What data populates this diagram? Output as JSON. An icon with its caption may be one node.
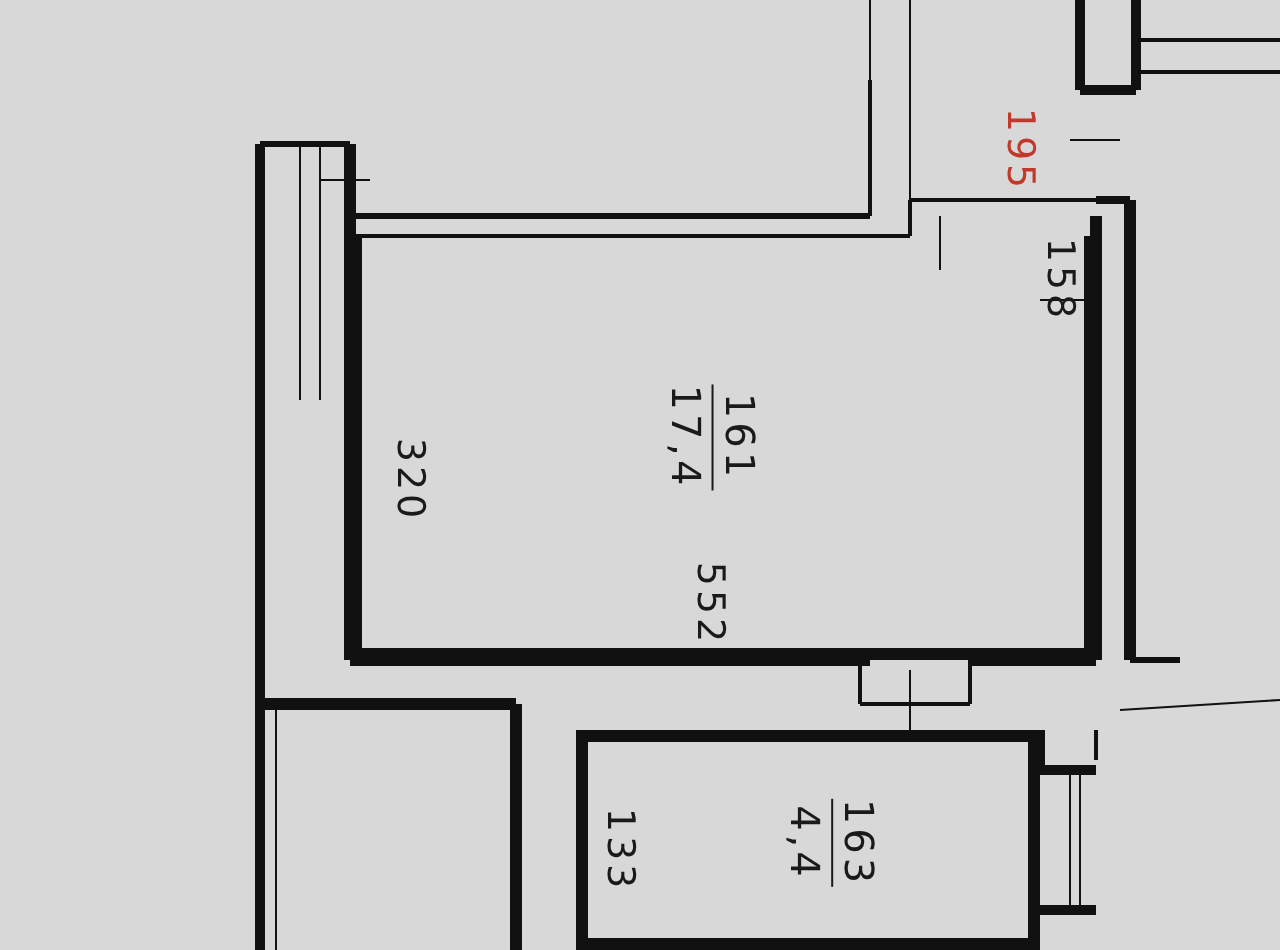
{
  "diagram": {
    "nodes": [
      {
        "text": [
          "161",
          "17,4"
        ]
      },
      {
        "text": [
          "163",
          "4,4"
        ]
      }
    ],
    "edges": [],
    "labels": [
      "195",
      "158",
      "320",
      "552",
      "133"
    ]
  }
}
